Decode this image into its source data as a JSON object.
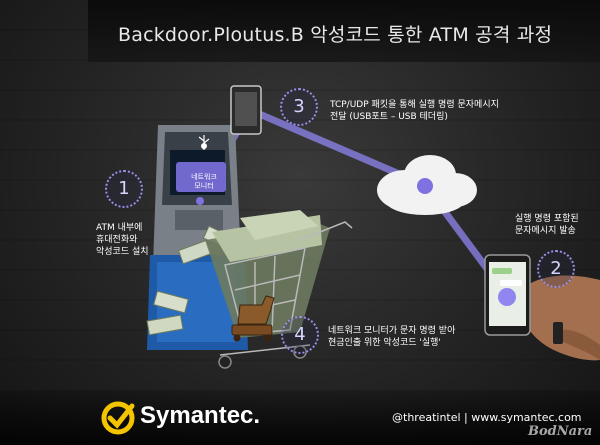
{
  "title": "Backdoor.Ploutus.B 악성코드 통한 ATM 공격 과정",
  "steps": [
    {
      "number": "1",
      "lines": [
        "ATM 내부에",
        "휴대전화와",
        "악성코드 설치"
      ]
    },
    {
      "number": "2",
      "lines": [
        "실행 명령 포함된",
        "문자메시지 발송"
      ]
    },
    {
      "number": "3",
      "lines": [
        "TCP/UDP 패킷을 통해 실행 명령 문자메시지",
        "전달 (USB포트 – USB 테더링)"
      ]
    },
    {
      "number": "4",
      "lines": [
        "네트워크 모니터가 문자 명령 받아",
        "현금인출 위한 악성코드 '실행'"
      ]
    }
  ],
  "atm_screen": {
    "lines": [
      "네트워크",
      "모니터"
    ]
  },
  "footer": {
    "brand": "Symantec.",
    "links": "@threatintel | www.symantec.com"
  },
  "watermark": "BodNara",
  "colors": {
    "accent": "#7d72e0",
    "beam": "#8f86f0",
    "atm_blue": "#1e5aa8",
    "logo_yellow": "#f5c400"
  },
  "icons": [
    "usb-icon",
    "cloud-icon",
    "trojan-horse-icon",
    "checkmark-logo-icon",
    "mobile-phone-icon"
  ]
}
